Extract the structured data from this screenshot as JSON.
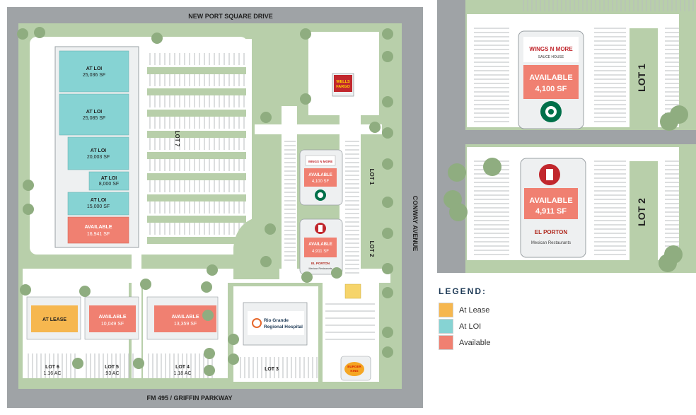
{
  "colors": {
    "lease": "#f6b74f",
    "loi": "#86d3d3",
    "available": "#f08071",
    "road": "#9fa3a6",
    "grass": "#b8cfaa",
    "tree": "#8fad80",
    "pad": "#ffffff",
    "text": "#222222"
  },
  "roads": {
    "north": "NEW PORT SQUARE DRIVE",
    "south": "FM 495 / GRIFFIN PARKWAY",
    "east": "CONWAY AVENUE"
  },
  "main": {
    "lot7": "LOT 7",
    "lot1": "LOT 1",
    "lot2": "LOT 2",
    "lot3": "LOT 3",
    "lot4": {
      "name": "LOT 4",
      "size": "1.18 AC"
    },
    "lot5": {
      "name": "LOT 5",
      "size": ".93 AC"
    },
    "lot6": {
      "name": "LOT 6",
      "size": "1.16 AC"
    },
    "spaces": [
      {
        "status": "AT LOI",
        "sf": "25,036 SF"
      },
      {
        "status": "AT LOI",
        "sf": "25,085 SF"
      },
      {
        "status": "AT LOI",
        "sf": "20,003 SF"
      },
      {
        "status": "AT LOI",
        "sf": "8,000 SF"
      },
      {
        "status": "AT LOI",
        "sf": "15,000 SF"
      },
      {
        "status": "AVAILABLE",
        "sf": "16,941 SF"
      }
    ],
    "pad6": {
      "status": "AT LEASE"
    },
    "pad5": {
      "status": "AVAILABLE",
      "sf": "10,049 SF"
    },
    "pad4": {
      "status": "AVAILABLE",
      "sf": "13,359 SF"
    },
    "lot1_suite": {
      "status": "AVAILABLE",
      "sf": "4,100 SF"
    },
    "lot2_suite": {
      "status": "AVAILABLE",
      "sf": "4,911 SF"
    },
    "hospital": {
      "line1": "Rio Grande",
      "line2": "Regional Hospital"
    },
    "wells_fargo": {
      "line1": "WELLS",
      "line2": "FARGO"
    },
    "burger_king": {
      "line1": "BURGER",
      "line2": "KING"
    },
    "wing_brand": "WINGS N MORE",
    "el_porton": {
      "name": "EL PORTON",
      "tag": "Mexican Restaurants"
    }
  },
  "detail": {
    "lot1": "LOT 1",
    "lot2": "LOT 2",
    "suite1": {
      "status": "AVAILABLE",
      "sf": "4,100 SF"
    },
    "suite2": {
      "status": "AVAILABLE",
      "sf": "4,911 SF"
    },
    "wing_brand": "WINGS N MORE",
    "wing_sub": "SAUCE HOUSE",
    "el_porton": {
      "name": "EL PORTON",
      "tag": "Mexican Restaurants"
    }
  },
  "legend": {
    "title": "LEGEND:",
    "items": [
      {
        "label": "At Lease",
        "color": "#f6b74f"
      },
      {
        "label": "At LOI",
        "color": "#86d3d3"
      },
      {
        "label": "Available",
        "color": "#f08071"
      }
    ]
  }
}
